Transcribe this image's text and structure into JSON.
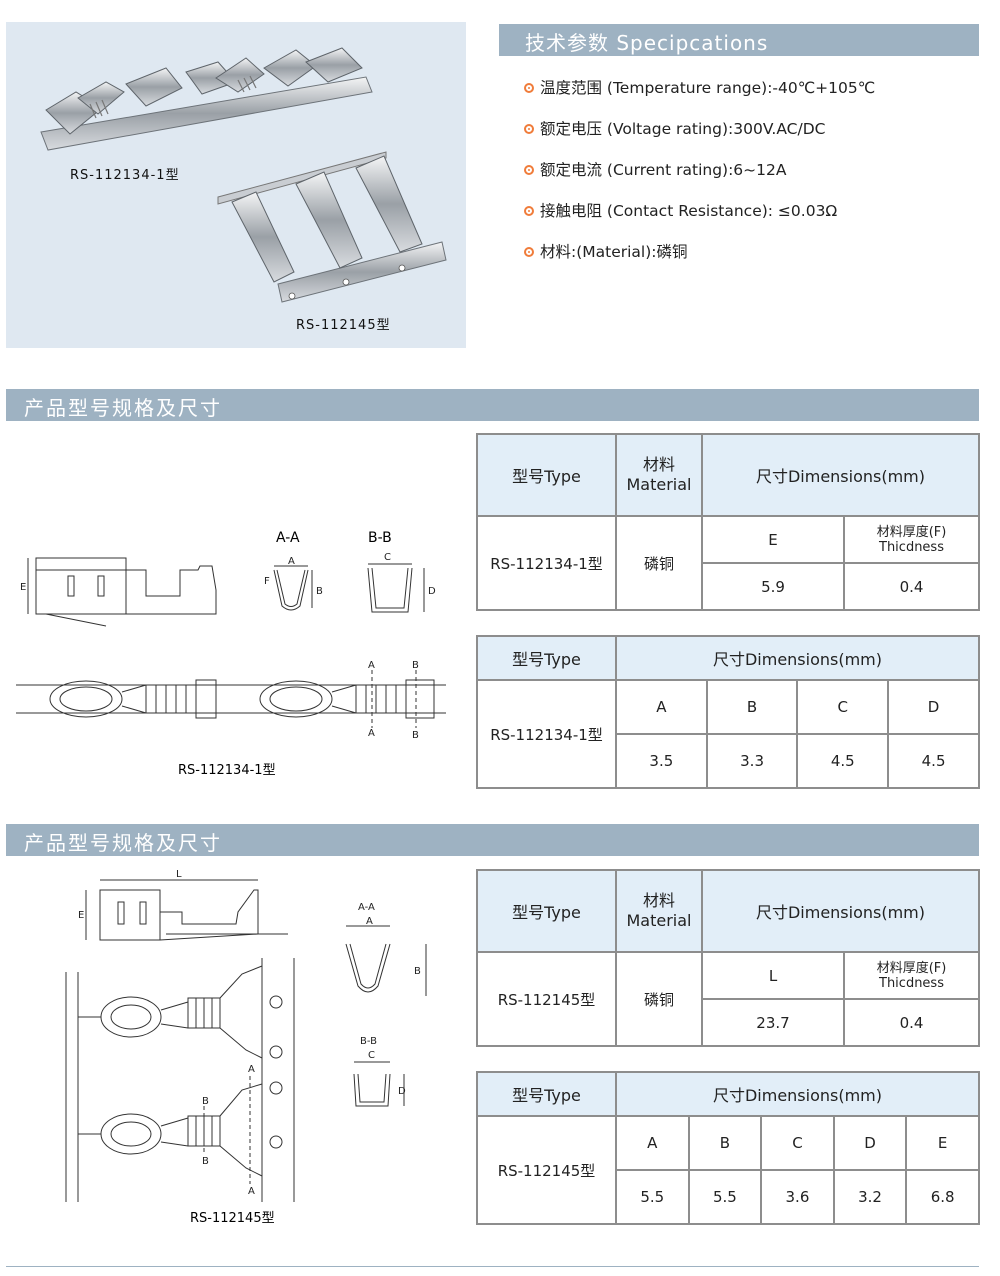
{
  "photos": {
    "caption1": "RS-112134-1型",
    "caption2": "RS-112145型"
  },
  "spec": {
    "title": "技术参数 Specipcations",
    "items": [
      "温度范围 (Temperature range):-40℃+105℃",
      "额定电压 (Voltage rating):300V.AC/DC",
      "额定电流 (Current rating):6~12A",
      "接触电阻 (Contact Resistance):  ≤0.03Ω",
      "材料:(Material):磷铜"
    ],
    "bullet_color": "#f07c3a"
  },
  "section1": {
    "title": "产品型号规格及尺寸",
    "drawing": {
      "label_e": "E",
      "section_aa": "A-A",
      "section_bb": "B-B",
      "label_a": "A",
      "label_f": "F",
      "label_b": "B",
      "label_c": "C",
      "label_d": "D",
      "caption": "RS-112134-1型"
    },
    "table1": {
      "h_type": "型号Type",
      "h_material_cn": "材料",
      "h_material_en": "Material",
      "h_dims": "尺寸Dimensions(mm)",
      "model": "RS-112134-1型",
      "material": "磷铜",
      "sub_e": "E",
      "sub_f_cn": "材料厚度(F)",
      "sub_f_en": "Thicdness",
      "val_e": "5.9",
      "val_f": "0.4"
    },
    "table2": {
      "h_type": "型号Type",
      "h_dims": "尺寸Dimensions(mm)",
      "model": "RS-112134-1型",
      "cols": [
        "A",
        "B",
        "C",
        "D"
      ],
      "vals": [
        "3.5",
        "3.3",
        "4.5",
        "4.5"
      ]
    }
  },
  "section2": {
    "title": "产品型号规格及尺寸",
    "drawing": {
      "label_l": "L",
      "label_e": "E",
      "section_aa": "A-A",
      "section_bb": "B-B",
      "label_a": "A",
      "label_b": "B",
      "label_c": "C",
      "label_d": "D",
      "caption": "RS-112145型"
    },
    "table1": {
      "h_type": "型号Type",
      "h_material_cn": "材料",
      "h_material_en": "Material",
      "h_dims": "尺寸Dimensions(mm)",
      "model": "RS-112145型",
      "material": "磷铜",
      "sub_l": "L",
      "sub_f_cn": "材料厚度(F)",
      "sub_f_en": "Thicdness",
      "val_l": "23.7",
      "val_f": "0.4"
    },
    "table2": {
      "h_type": "型号Type",
      "h_dims": "尺寸Dimensions(mm)",
      "model": "RS-112145型",
      "cols": [
        "A",
        "B",
        "C",
        "D",
        "E"
      ],
      "vals": [
        "5.5",
        "5.5",
        "3.6",
        "3.2",
        "6.8"
      ]
    }
  }
}
